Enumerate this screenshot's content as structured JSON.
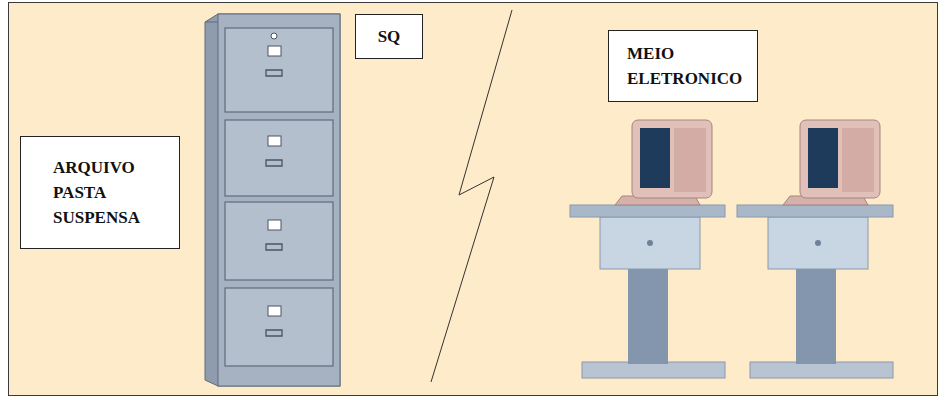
{
  "diagram": {
    "nodes": [
      {
        "text": [
          "SQ"
        ]
      },
      {
        "text": [
          "MEIO ELETRONICO"
        ]
      },
      {
        "text": [
          "ARQUIVO PASTA SUSPENSA"
        ]
      }
    ]
  }
}
